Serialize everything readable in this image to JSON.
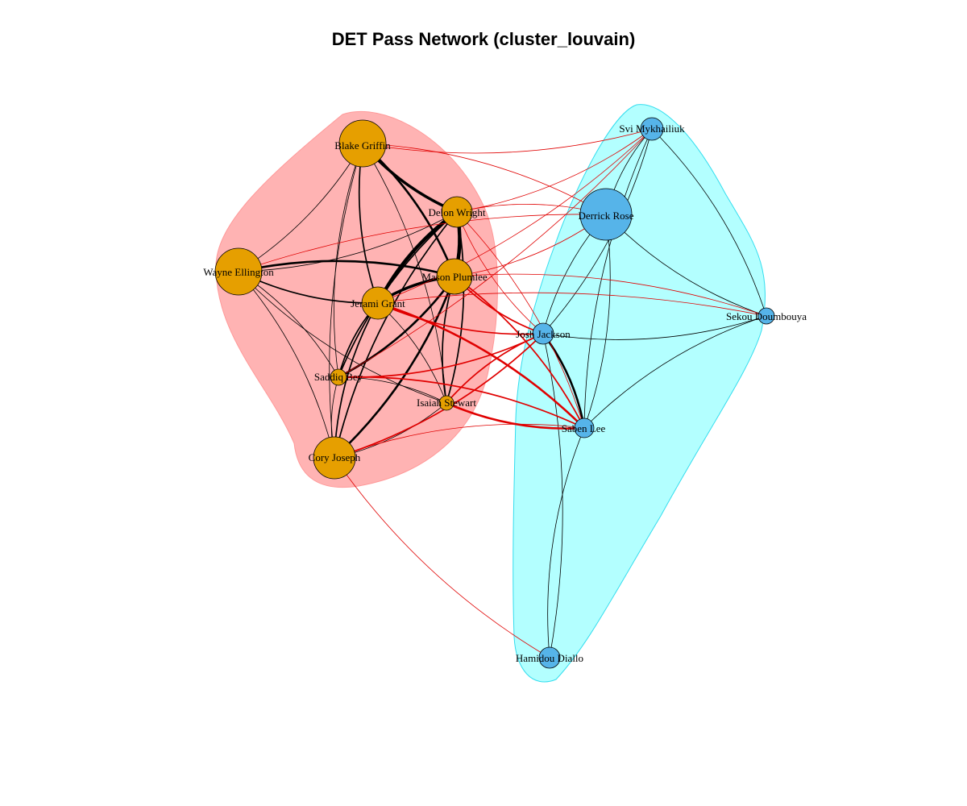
{
  "title": "DET Pass Network (cluster_louvain)",
  "colors": {
    "group1_fill": "#E69F00",
    "group2_fill": "#56B4E9",
    "hull1": "#FF9999",
    "hull2": "#99FFFF",
    "hull2_stroke": "#33DDEE",
    "edge_intra": "#000000",
    "edge_inter": "#E00000"
  },
  "nodes": [
    {
      "id": "griffin",
      "label": "Blake Griffin",
      "group": 1
    },
    {
      "id": "wright",
      "label": "Delon Wright",
      "group": 1
    },
    {
      "id": "ellington",
      "label": "Wayne Ellington",
      "group": 1
    },
    {
      "id": "plumlee",
      "label": "Mason Plumlee",
      "group": 1
    },
    {
      "id": "grant",
      "label": "Jerami Grant",
      "group": 1
    },
    {
      "id": "bey",
      "label": "Saddiq Bey",
      "group": 1
    },
    {
      "id": "stewart",
      "label": "Isaiah Stewart",
      "group": 1
    },
    {
      "id": "joseph",
      "label": "Cory Joseph",
      "group": 1
    },
    {
      "id": "mykhailiuk",
      "label": "Svi Mykhailiuk",
      "group": 2
    },
    {
      "id": "rose",
      "label": "Derrick Rose",
      "group": 2
    },
    {
      "id": "doumbouya",
      "label": "Sekou Doumbouya",
      "group": 2
    },
    {
      "id": "jackson",
      "label": "Josh Jackson",
      "group": 2
    },
    {
      "id": "lee",
      "label": "Saben Lee",
      "group": 2
    },
    {
      "id": "diallo",
      "label": "Hamidou Diallo",
      "group": 2
    }
  ],
  "edges": [
    [
      "griffin",
      "wright",
      4
    ],
    [
      "griffin",
      "plumlee",
      3
    ],
    [
      "griffin",
      "grant",
      2
    ],
    [
      "griffin",
      "ellington",
      1
    ],
    [
      "griffin",
      "bey",
      1
    ],
    [
      "griffin",
      "stewart",
      1
    ],
    [
      "griffin",
      "joseph",
      1
    ],
    [
      "wright",
      "plumlee",
      5
    ],
    [
      "wright",
      "grant",
      5
    ],
    [
      "wright",
      "ellington",
      1
    ],
    [
      "wright",
      "bey",
      2
    ],
    [
      "wright",
      "stewart",
      2
    ],
    [
      "wright",
      "joseph",
      2
    ],
    [
      "ellington",
      "plumlee",
      3
    ],
    [
      "ellington",
      "grant",
      2
    ],
    [
      "ellington",
      "bey",
      1
    ],
    [
      "ellington",
      "stewart",
      1
    ],
    [
      "ellington",
      "joseph",
      1
    ],
    [
      "plumlee",
      "grant",
      4
    ],
    [
      "plumlee",
      "bey",
      3
    ],
    [
      "plumlee",
      "stewart",
      2
    ],
    [
      "plumlee",
      "joseph",
      3
    ],
    [
      "grant",
      "bey",
      2
    ],
    [
      "grant",
      "stewart",
      1
    ],
    [
      "grant",
      "joseph",
      2
    ],
    [
      "bey",
      "stewart",
      1
    ],
    [
      "bey",
      "joseph",
      1
    ],
    [
      "stewart",
      "joseph",
      1
    ],
    [
      "mykhailiuk",
      "rose",
      1
    ],
    [
      "mykhailiuk",
      "jackson",
      1
    ],
    [
      "mykhailiuk",
      "lee",
      1
    ],
    [
      "mykhailiuk",
      "doumbouya",
      1
    ],
    [
      "rose",
      "jackson",
      1
    ],
    [
      "rose",
      "lee",
      1
    ],
    [
      "rose",
      "doumbouya",
      1
    ],
    [
      "jackson",
      "lee",
      3
    ],
    [
      "jackson",
      "doumbouya",
      1
    ],
    [
      "lee",
      "doumbouya",
      1
    ],
    [
      "lee",
      "diallo",
      1
    ],
    [
      "jackson",
      "diallo",
      1
    ],
    [
      "griffin",
      "mykhailiuk",
      1
    ],
    [
      "griffin",
      "rose",
      1
    ],
    [
      "wright",
      "mykhailiuk",
      1
    ],
    [
      "wright",
      "rose",
      1
    ],
    [
      "wright",
      "jackson",
      1
    ],
    [
      "wright",
      "lee",
      1
    ],
    [
      "plumlee",
      "jackson",
      2
    ],
    [
      "plumlee",
      "lee",
      2
    ],
    [
      "plumlee",
      "rose",
      1
    ],
    [
      "plumlee",
      "doumbouya",
      1
    ],
    [
      "grant",
      "jackson",
      2
    ],
    [
      "grant",
      "lee",
      3
    ],
    [
      "grant",
      "mykhailiuk",
      1
    ],
    [
      "ellington",
      "rose",
      1
    ],
    [
      "bey",
      "jackson",
      2
    ],
    [
      "bey",
      "lee",
      2
    ],
    [
      "stewart",
      "lee",
      3
    ],
    [
      "stewart",
      "jackson",
      2
    ],
    [
      "joseph",
      "jackson",
      2
    ],
    [
      "joseph",
      "lee",
      1
    ],
    [
      "joseph",
      "diallo",
      1
    ],
    [
      "grant",
      "doumbouya",
      1
    ],
    [
      "bey",
      "mykhailiuk",
      1
    ]
  ]
}
